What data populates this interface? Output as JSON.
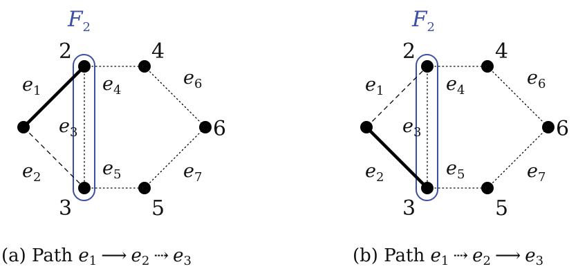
{
  "colors": {
    "ink": "#000000",
    "highlight": "#3a4fa8"
  },
  "set_label": {
    "letter": "F",
    "sub": "2"
  },
  "vertices": {
    "v1": "",
    "v2": "2",
    "v3": "3",
    "v4": "4",
    "v5": "5",
    "v6": "6"
  },
  "edge_labels": {
    "e1": {
      "base": "e",
      "sub": "1"
    },
    "e2": {
      "base": "e",
      "sub": "2"
    },
    "e3": {
      "base": "e",
      "sub": "3"
    },
    "e4": {
      "base": "e",
      "sub": "4"
    },
    "e5": {
      "base": "e",
      "sub": "5"
    },
    "e6": {
      "base": "e",
      "sub": "6"
    },
    "e7": {
      "base": "e",
      "sub": "7"
    }
  },
  "panels": [
    {
      "caption": {
        "prefix": "(a) Path ",
        "t1": "e",
        "s1": "1",
        "arrow1": "⟶",
        "t2": "e",
        "s2": "2",
        "arrow2": "⇢",
        "t3": "e",
        "s3": "3"
      },
      "edge_styles": {
        "e1": "bold",
        "e2": "dashed",
        "e3": "dotted",
        "e4": "dotted",
        "e5": "dotted",
        "e6": "dotted",
        "e7": "dotted"
      }
    },
    {
      "caption": {
        "prefix": "(b) Path ",
        "t1": "e",
        "s1": "1",
        "arrow1": "⇢",
        "t2": "e",
        "s2": "2",
        "arrow2": "⟶",
        "t3": "e",
        "s3": "3"
      },
      "edge_styles": {
        "e1": "dashed",
        "e2": "bold",
        "e3": "dotted",
        "e4": "dotted",
        "e5": "dotted",
        "e6": "dotted",
        "e7": "dotted"
      }
    }
  ]
}
